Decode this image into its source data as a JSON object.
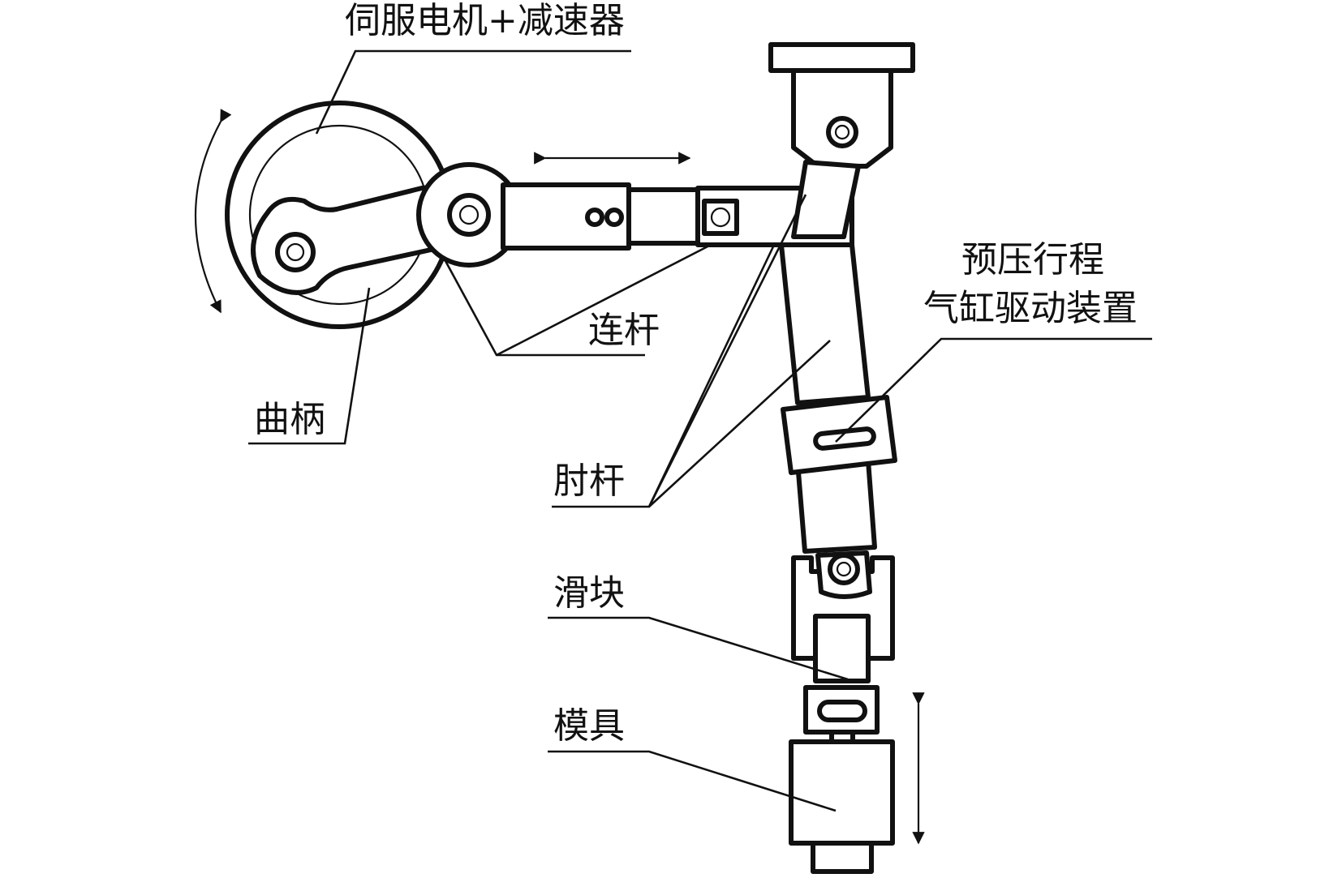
{
  "labels": {
    "servo_motor": "伺服电机+减速器",
    "crank": "曲柄",
    "connecting_rod": "连杆",
    "toggle_rod": "肘杆",
    "preload_line1": "预压行程",
    "preload_line2": "气缸驱动装置",
    "slider": "滑块",
    "die": "模具"
  }
}
